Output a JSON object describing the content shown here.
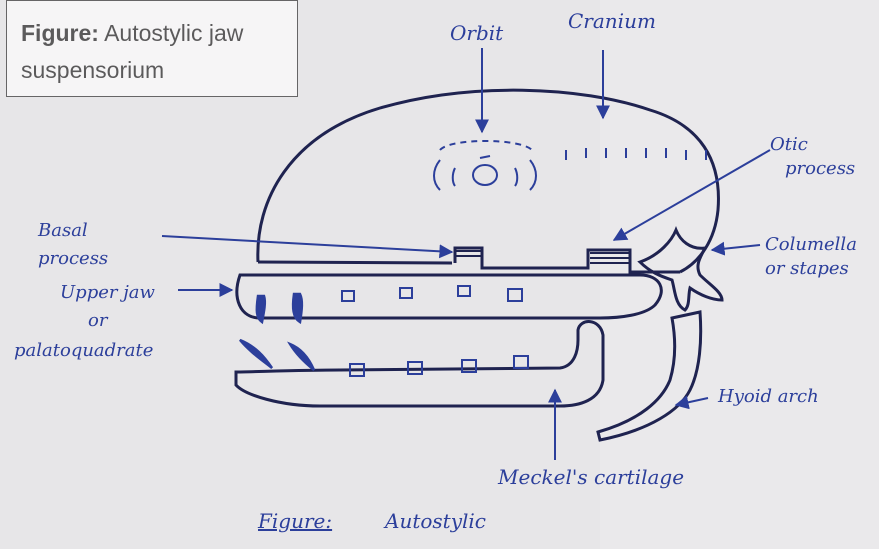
{
  "caption": {
    "bold": "Figure:",
    "text": " Autostylic jaw suspensorium"
  },
  "labels": {
    "orbit": "Orbit",
    "cranium": "Cranium",
    "otic": "Otic process",
    "basal": "Basal process",
    "columella": "Columella or stapes",
    "upper_jaw": "Upper jaw or palatoquadrate",
    "hyoid": "Hyoid arch",
    "meckels": "Meckel's cartilage",
    "footer_fig": "Figure:",
    "footer_text": "Autostylic"
  },
  "colors": {
    "ink": "#2c3f9b",
    "paper": "#e9e8ea"
  }
}
